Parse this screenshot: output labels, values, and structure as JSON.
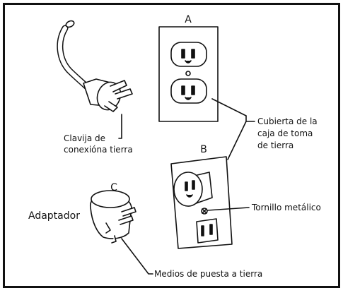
{
  "labels": {
    "a": "A",
    "b": "B",
    "c": "C",
    "plug_line1": "Clavija de",
    "plug_line2": "conexióna tierra",
    "cover_line1": "Cubierta de la",
    "cover_line2": "caja de toma",
    "cover_line3": "de tierra",
    "screw": "Tornillo metálico",
    "adapter": "Adaptador",
    "grounding": "Medios de puesta a tierra"
  },
  "colors": {
    "ink": "#111111",
    "background": "#ffffff"
  }
}
